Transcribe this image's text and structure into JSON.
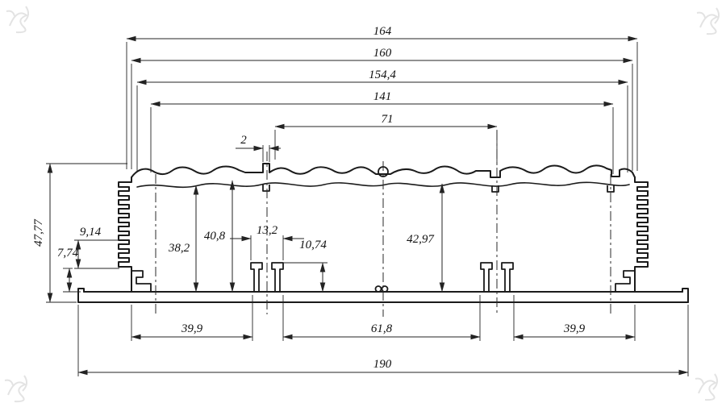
{
  "drawing": {
    "dims": {
      "w164": "164",
      "w160": "160",
      "w154": "154,4",
      "w141": "141",
      "w71": "71",
      "w2": "2",
      "h47": "47,77",
      "h9": "9,14",
      "h7": "7,74",
      "d38": "38,2",
      "d40": "40,8",
      "w13": "13,2",
      "h10": "10,74",
      "d42": "42,97",
      "b39l": "39,9",
      "b61": "61,8",
      "b39r": "39,9",
      "b190": "190"
    }
  }
}
